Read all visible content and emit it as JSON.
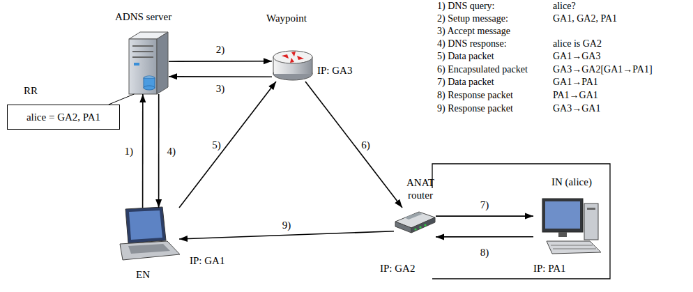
{
  "diagram": {
    "nodes": [
      {
        "text": [
          "ADNS server"
        ]
      },
      {
        "text": [
          "RR",
          "alice = GA2, PA1"
        ]
      },
      {
        "text": [
          "Waypoint",
          "IP: GA3"
        ]
      },
      {
        "text": [
          "IP: GA1",
          "EN"
        ]
      },
      {
        "text": [
          "ANAT router",
          "IP: GA2"
        ]
      },
      {
        "text": [
          "IN (alice)",
          "IP: PA1"
        ]
      }
    ],
    "edges": [
      {
        "from": 3,
        "to": 0,
        "label": "1)",
        "arrow": "to"
      },
      {
        "from": 0,
        "to": 3,
        "label": "4)",
        "arrow": "to"
      },
      {
        "from": 0,
        "to": 2,
        "label": "2)",
        "arrow": "to"
      },
      {
        "from": 2,
        "to": 0,
        "label": "3)",
        "arrow": "to"
      },
      {
        "from": 3,
        "to": 2,
        "label": "5)",
        "arrow": "to"
      },
      {
        "from": 2,
        "to": 4,
        "label": "6)",
        "arrow": "to"
      },
      {
        "from": 4,
        "to": 5,
        "label": "7)",
        "arrow": "to"
      },
      {
        "from": 5,
        "to": 4,
        "label": "8)",
        "arrow": "to"
      },
      {
        "from": 4,
        "to": 3,
        "label": "9)",
        "arrow": "to"
      },
      {
        "from": 1,
        "to": 0,
        "arrow": "none"
      }
    ],
    "labels": [
      "1) DNS query:",
      "alice?",
      "2) Setup message:",
      "GA1, GA2, PA1",
      "3) Accept message",
      "4) DNS response:",
      "alice is GA2",
      "5) Data packet",
      "GA1→GA3",
      "6) Encapsulated packet",
      "GA3→GA2[GA1→PA1]",
      "7) Data packet",
      "GA1→PA1",
      "8) Response packet",
      "PA1→GA1",
      "9) Response packet",
      "GA3→GA1"
    ]
  }
}
